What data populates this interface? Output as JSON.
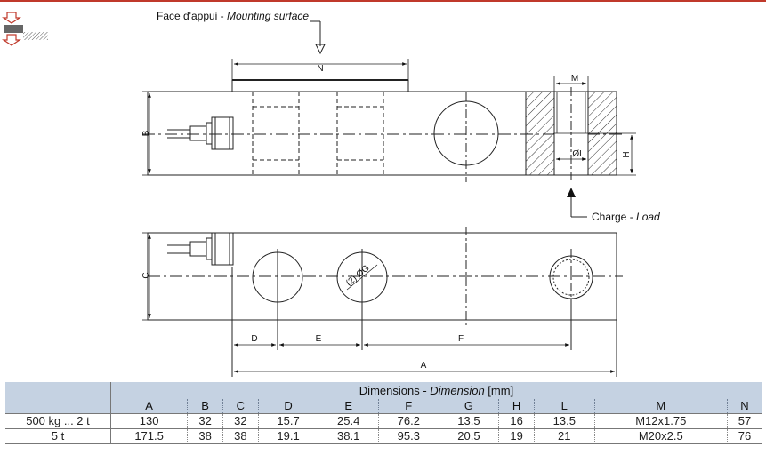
{
  "labels": {
    "mounting_fr": "Face d'appui - ",
    "mounting_en": "Mounting surface",
    "load_fr": "Charge - ",
    "load_en": "Load",
    "dims": {
      "N": "N",
      "M": "M",
      "B": "B",
      "H": "H",
      "L": "ØL",
      "C": "C",
      "G": "(2) ØG",
      "D": "D",
      "E": "E",
      "F": "F",
      "A": "A"
    }
  },
  "table": {
    "title_fr": "Dimensions - ",
    "title_en": "Dimension",
    "title_unit": " [mm]",
    "columns": [
      "A",
      "B",
      "C",
      "D",
      "E",
      "F",
      "G",
      "H",
      "L",
      "M",
      "N"
    ],
    "rows": [
      {
        "label": "500 kg ... 2 t",
        "values": [
          "130",
          "32",
          "32",
          "15.7",
          "25.4",
          "76.2",
          "13.5",
          "16",
          "13.5",
          "M12x1.75",
          "57"
        ]
      },
      {
        "label": "5 t",
        "values": [
          "171.5",
          "38",
          "38",
          "19.1",
          "38.1",
          "95.3",
          "20.5",
          "19",
          "21",
          "M20x2.5",
          "76"
        ]
      }
    ]
  },
  "colors": {
    "accent_red": "#c0392b",
    "header_blue": "#c5d2e2",
    "line": "#222222"
  },
  "icons": [
    "mounting-surface-symbol-icon"
  ]
}
